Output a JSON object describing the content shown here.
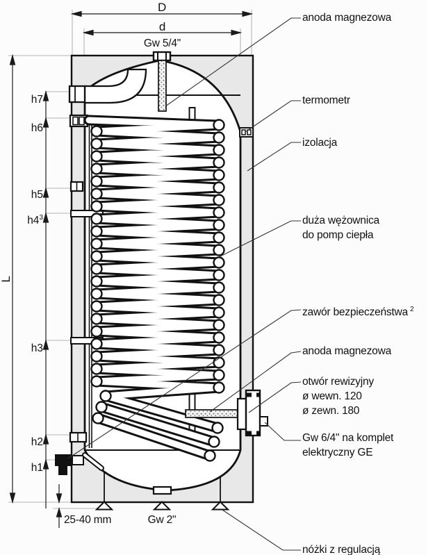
{
  "dims": {
    "outer_diameter": "D",
    "inner_diameter": "d",
    "total_height": "L",
    "thread_top": "Gw 5/4\"",
    "thread_bottom": "Gw 2\"",
    "feet_adjust_range": "25-40 mm",
    "heights": [
      {
        "label": "h7",
        "sup": ""
      },
      {
        "label": "h6",
        "sup": ""
      },
      {
        "label": "h5",
        "sup": ""
      },
      {
        "label": "h4",
        "sup": "3"
      },
      {
        "label": "h3",
        "sup": ""
      },
      {
        "label": "h2",
        "sup": ""
      },
      {
        "label": "h1",
        "sup": ""
      }
    ]
  },
  "callouts": [
    {
      "name": "anode-top",
      "lines": [
        "anoda magnezowa"
      ],
      "sup": ""
    },
    {
      "name": "thermometer",
      "lines": [
        "termometr"
      ],
      "sup": ""
    },
    {
      "name": "insulation",
      "lines": [
        "izolacja"
      ],
      "sup": ""
    },
    {
      "name": "heat-pump-coil",
      "lines": [
        "duża wężownica",
        "do pomp ciepła"
      ],
      "sup": ""
    },
    {
      "name": "safety-valve",
      "lines": [
        "zawór bezpieczeństwa"
      ],
      "sup": "2"
    },
    {
      "name": "anode-bottom",
      "lines": [
        "anoda magnezowa"
      ],
      "sup": ""
    },
    {
      "name": "inspection-opening",
      "lines": [
        "otwór rewizyjny",
        "ø wewn. 120",
        "ø zewn. 180"
      ],
      "sup": ""
    },
    {
      "name": "electric-set",
      "lines": [
        "Gw 6/4\" na komplet",
        "elektryczny GE"
      ],
      "sup": ""
    },
    {
      "name": "adjustable-feet",
      "lines": [
        "nóżki z regulacją"
      ],
      "sup": ""
    }
  ]
}
